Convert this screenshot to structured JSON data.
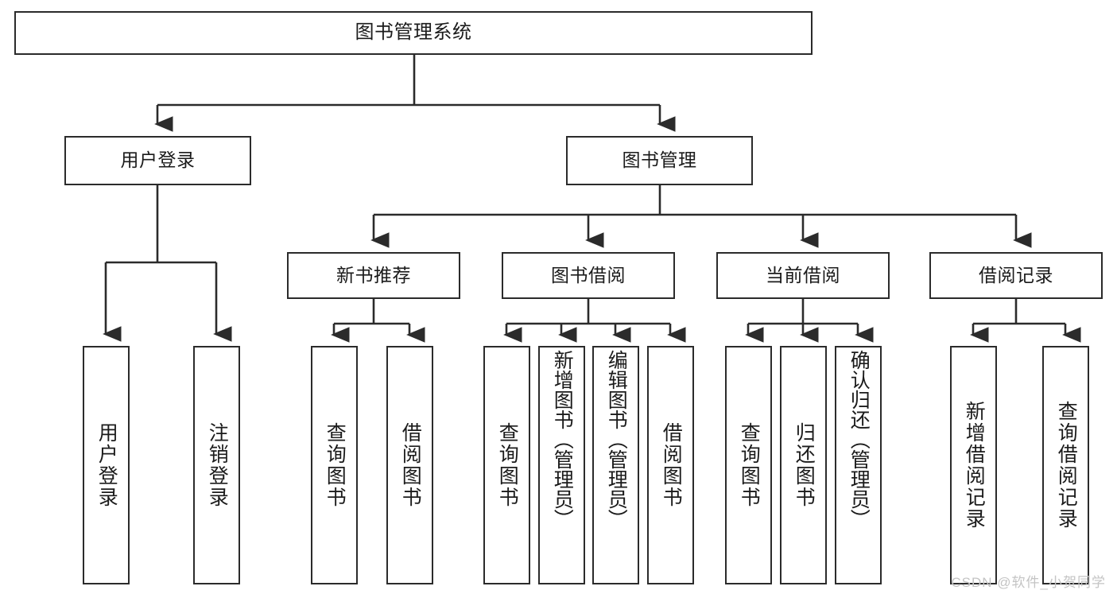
{
  "diagram": {
    "type": "tree-hierarchy",
    "title": "图书管理系统",
    "orientation": "top-down",
    "colors": {
      "box_border": "#2b2b2b",
      "box_fill": "#ffffff",
      "connector": "#2b2b2b",
      "text": "#1b1b1b",
      "watermark": "#c4c4c4"
    }
  },
  "root": {
    "label": "图书管理系统"
  },
  "level1": [
    {
      "label": "用户登录"
    },
    {
      "label": "图书管理"
    }
  ],
  "level2": [
    {
      "label": "新书推荐"
    },
    {
      "label": "图书借阅"
    },
    {
      "label": "当前借阅"
    },
    {
      "label": "借阅记录"
    }
  ],
  "leaves": {
    "user_login": [
      {
        "label": "用户登录"
      },
      {
        "label": "注销登录"
      }
    ],
    "new_book_recommend": [
      {
        "label": "查询图书"
      },
      {
        "label": "借阅图书"
      }
    ],
    "book_borrow": [
      {
        "label": "查询图书"
      },
      {
        "label": "新增图书（管理员）"
      },
      {
        "label": "编辑图书（管理员）"
      },
      {
        "label": "借阅图书"
      }
    ],
    "current_borrow": [
      {
        "label": "查询图书"
      },
      {
        "label": "归还图书"
      },
      {
        "label": "确认归还（管理员）"
      }
    ],
    "borrow_record": [
      {
        "label": "新增借阅记录"
      },
      {
        "label": "查询借阅记录"
      }
    ]
  },
  "watermark": {
    "text": "CSDN @软件_小贺同学"
  }
}
